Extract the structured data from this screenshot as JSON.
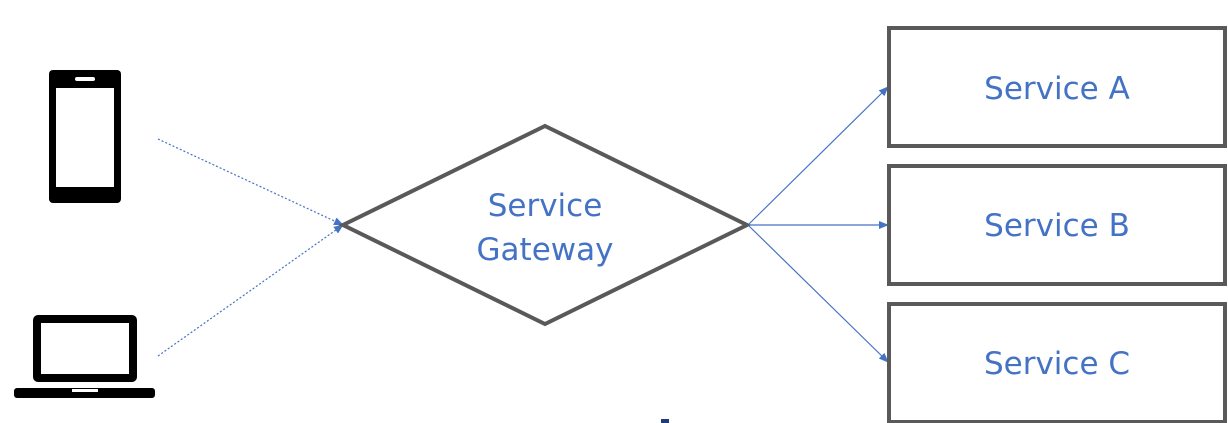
{
  "gateway": {
    "line1": "Service",
    "line2": "Gateway"
  },
  "clients": [
    {
      "icon": "smartphone-icon"
    },
    {
      "icon": "laptop-icon"
    }
  ],
  "services": [
    {
      "label": "Service A"
    },
    {
      "label": "Service B"
    },
    {
      "label": "Service C"
    }
  ],
  "colors": {
    "text": "#4472c4",
    "arrow": "#4472c4",
    "outline": "#595959",
    "icon": "#000000"
  }
}
